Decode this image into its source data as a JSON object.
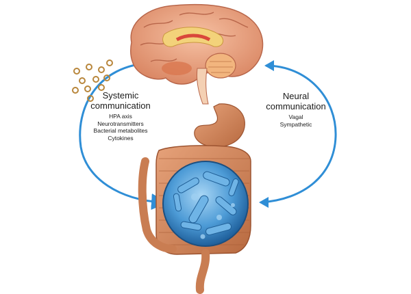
{
  "systemic": {
    "title_line1": "Systemic",
    "title_line2": "communication",
    "items": [
      "HPA axis",
      "Neurotransmitters",
      "Bacterial metabolites",
      "Cytokines"
    ]
  },
  "neural": {
    "title_line1": "Neural",
    "title_line2": "communication",
    "items": [
      "Vagal",
      "Sympathetic"
    ]
  },
  "colors": {
    "arrow": "#2f8ed6",
    "brain": "#e59a78",
    "intestine": "#c97d52",
    "bacteria_disc": "#3f8fcf",
    "particles": "#b8863b"
  }
}
